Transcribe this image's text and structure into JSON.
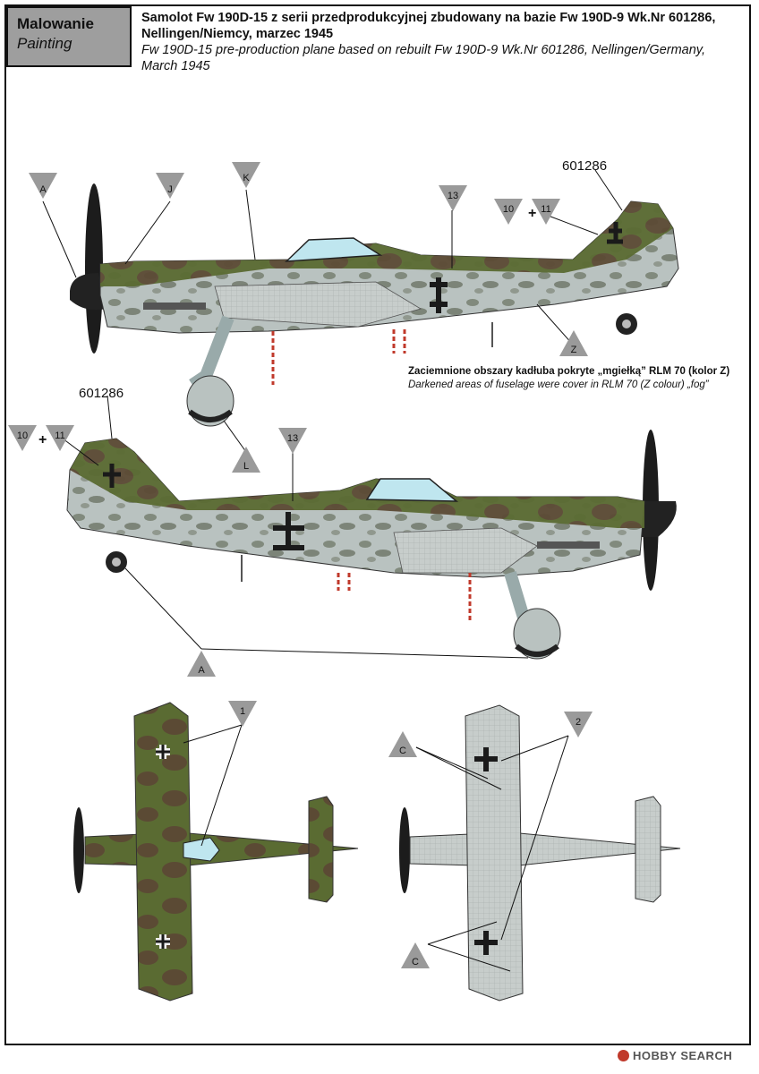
{
  "header": {
    "label_pl": "Malowanie",
    "label_en": "Painting",
    "title_pl": "Samolot Fw 190D-15 z serii przedprodukcyjnej zbudowany na bazie Fw 190D-9 Wk.Nr 601286, Nellingen/Niemcy, marzec 1945",
    "title_en": "Fw 190D-15 pre-production plane based on rebuilt Fw 190D-9 Wk.Nr 601286, Nellingen/Germany, March 1945"
  },
  "note": {
    "pl": "Zaciemnione obszary kadłuba pokryte „mgiełką” RLM 70 (kolor Z)",
    "en": "Darkened areas of fuselage were cover in RLM 70 (Z colour) „fog”"
  },
  "serial": "601286",
  "plus": "+",
  "callouts": {
    "a": "A",
    "j": "J",
    "k": "K",
    "l": "L",
    "z": "Z",
    "c": "C",
    "n13": "13",
    "n10": "10",
    "n11": "11",
    "n1": "1",
    "n2": "2"
  },
  "watermark": "HOBBY SEARCH",
  "colors": {
    "rlm76": "#b9c2c0",
    "rlm83": "#5a6b32",
    "rlm81": "#5b4a34",
    "rlm70": "#3c3f2c",
    "canopy": "#bfe6ef",
    "callout": "#9a9a9a"
  }
}
